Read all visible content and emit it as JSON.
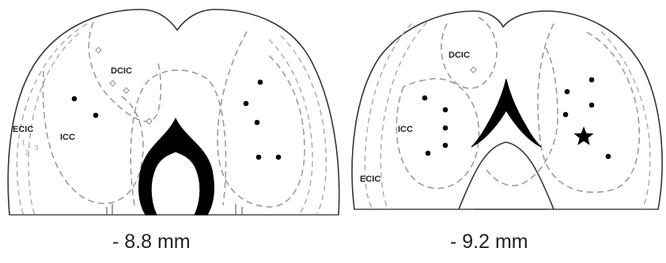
{
  "sections": [
    {
      "caption": "- 8.8 mm",
      "labels": {
        "dcic": "DCIC",
        "icc": "ICC",
        "ecic": "ECIC",
        "layers": [
          "1",
          "2",
          "3"
        ]
      }
    },
    {
      "caption": "- 9.2 mm",
      "labels": {
        "dcic": "DCIC",
        "icc": "ICC",
        "ecic": "ECIC"
      }
    }
  ],
  "colors": {
    "outline": "#333333",
    "dashed": "#9a9a9a",
    "marker": "#000000",
    "open_marker": "#888888"
  }
}
